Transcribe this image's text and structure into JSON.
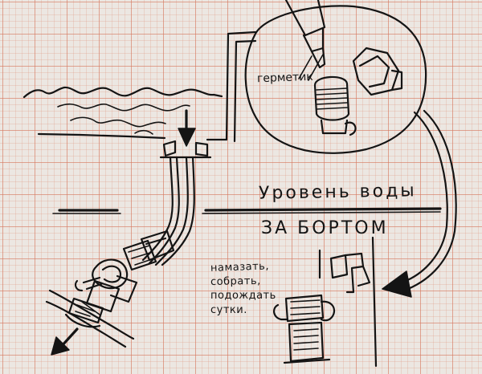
{
  "labels": {
    "sealant": "герметик",
    "water_level_line1": "Уровень воды",
    "water_level_line2": "ЗА БОРТОМ",
    "instructions": [
      "намазать,",
      "собрать,",
      "подождать",
      "сутки."
    ]
  },
  "ink_color": "#141414",
  "paper_color": "#ece7e2",
  "grid_color": "#d6785f"
}
